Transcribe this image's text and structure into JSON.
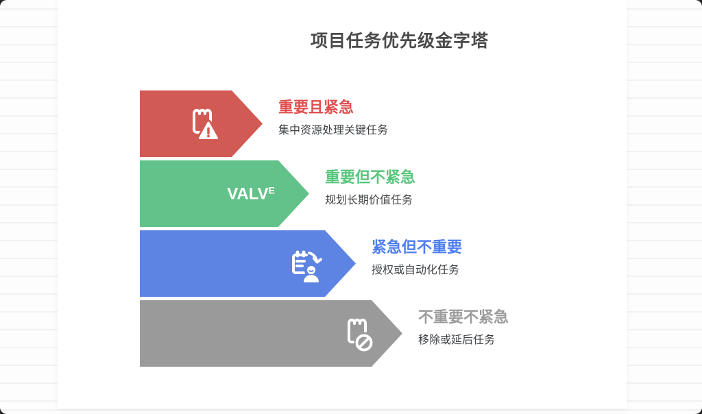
{
  "title": "项目任务优先级金字塔",
  "rows": [
    {
      "label": "重要且紧急",
      "description": "集中资源处理关键任务",
      "bar_color": "#d25a54",
      "label_color": "#e04f4e",
      "icon": "alert-notepad"
    },
    {
      "label": "重要但不紧急",
      "description": "规划长期价值任务",
      "bar_color": "#63c289",
      "label_color": "#57c57c",
      "icon_text": "VALV",
      "icon_text_sup": "E"
    },
    {
      "label": "紧急但不重要",
      "description": "授权或自动化任务",
      "bar_color": "#5d83e3",
      "label_color": "#4e7ef1",
      "icon": "delegate-notepad"
    },
    {
      "label": "不重要不紧急",
      "description": "移除或延后任务",
      "bar_color": "#9a9a9a",
      "label_color": "#9c9c9c",
      "icon": "blocked-notepad"
    }
  ],
  "colors": {
    "title_text": "#4a4a4a",
    "description_text": "#3f4245",
    "card_background": "#ffffff",
    "ruled_line": "#f1f2f2"
  }
}
